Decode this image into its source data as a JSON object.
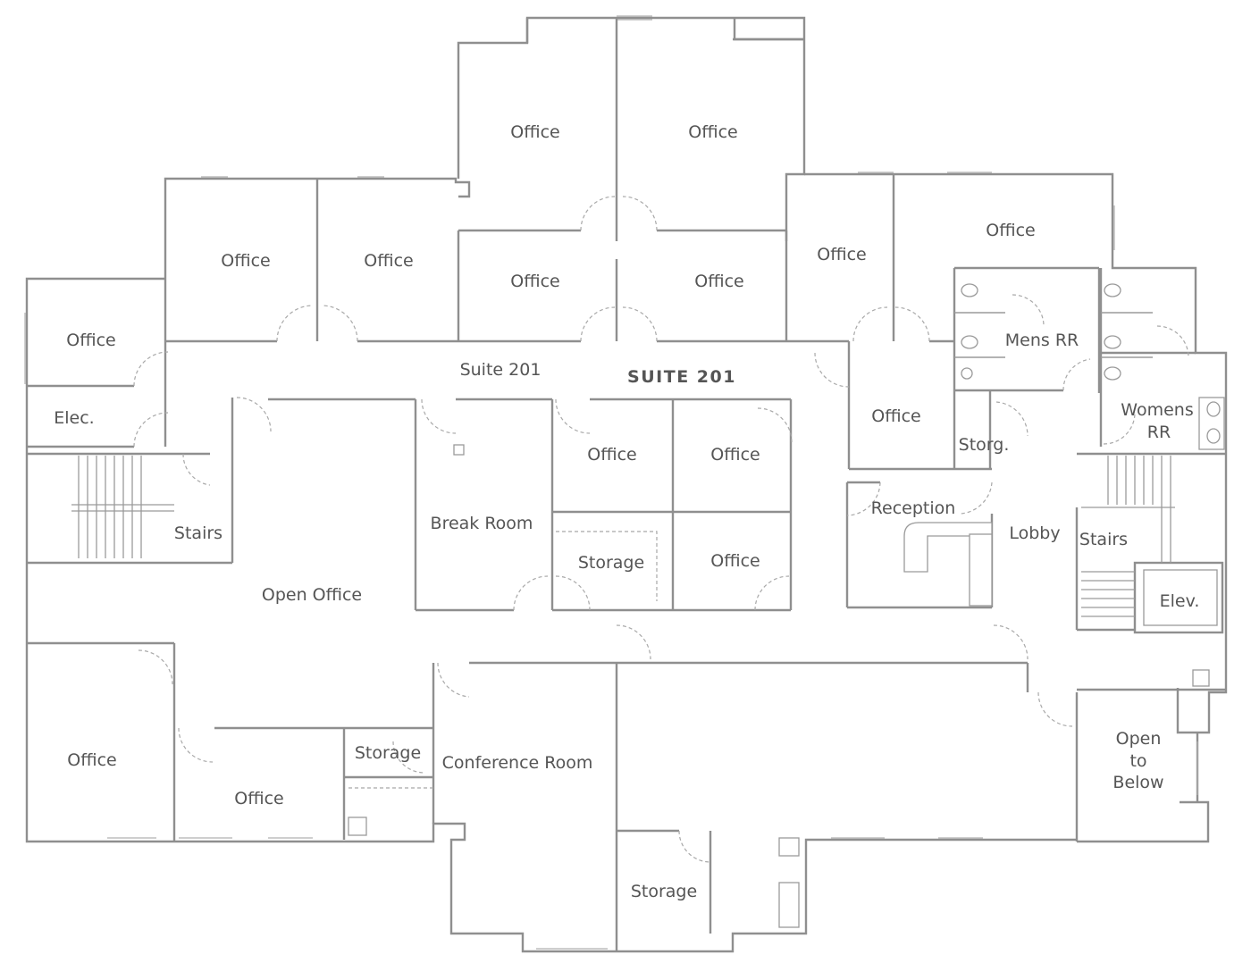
{
  "plan_title": "SUITE 201",
  "rooms": {
    "office_top_left": "Office",
    "office_top_right": "Office",
    "office_upper_1": "Office",
    "office_upper_2": "Office",
    "office_center_1": "Office",
    "office_center_2": "Office",
    "office_corner_right": "Office",
    "office_far_right": "Office",
    "office_west": "Office",
    "elec": "Elec.",
    "stairs_west": "Stairs",
    "suite": "Suite 201",
    "office_lobby": "Office",
    "mens_rr": "Mens RR",
    "womens_rr_1": "Womens",
    "womens_rr_2": "RR",
    "storg": "Storg.",
    "office_mid_1": "Office",
    "office_mid_2": "Office",
    "office_mid_3": "Office",
    "break_room": "Break Room",
    "storage_mid": "Storage",
    "reception": "Reception",
    "lobby": "Lobby",
    "stairs_east": "Stairs",
    "elev": "Elev.",
    "open_office": "Open Office",
    "office_sw": "Office",
    "office_south": "Office",
    "storage_south": "Storage",
    "conference_room": "Conference Room",
    "open_to_1": "Open",
    "open_to_2": "to",
    "open_to_3": "Below",
    "storage_bottom": "Storage"
  }
}
